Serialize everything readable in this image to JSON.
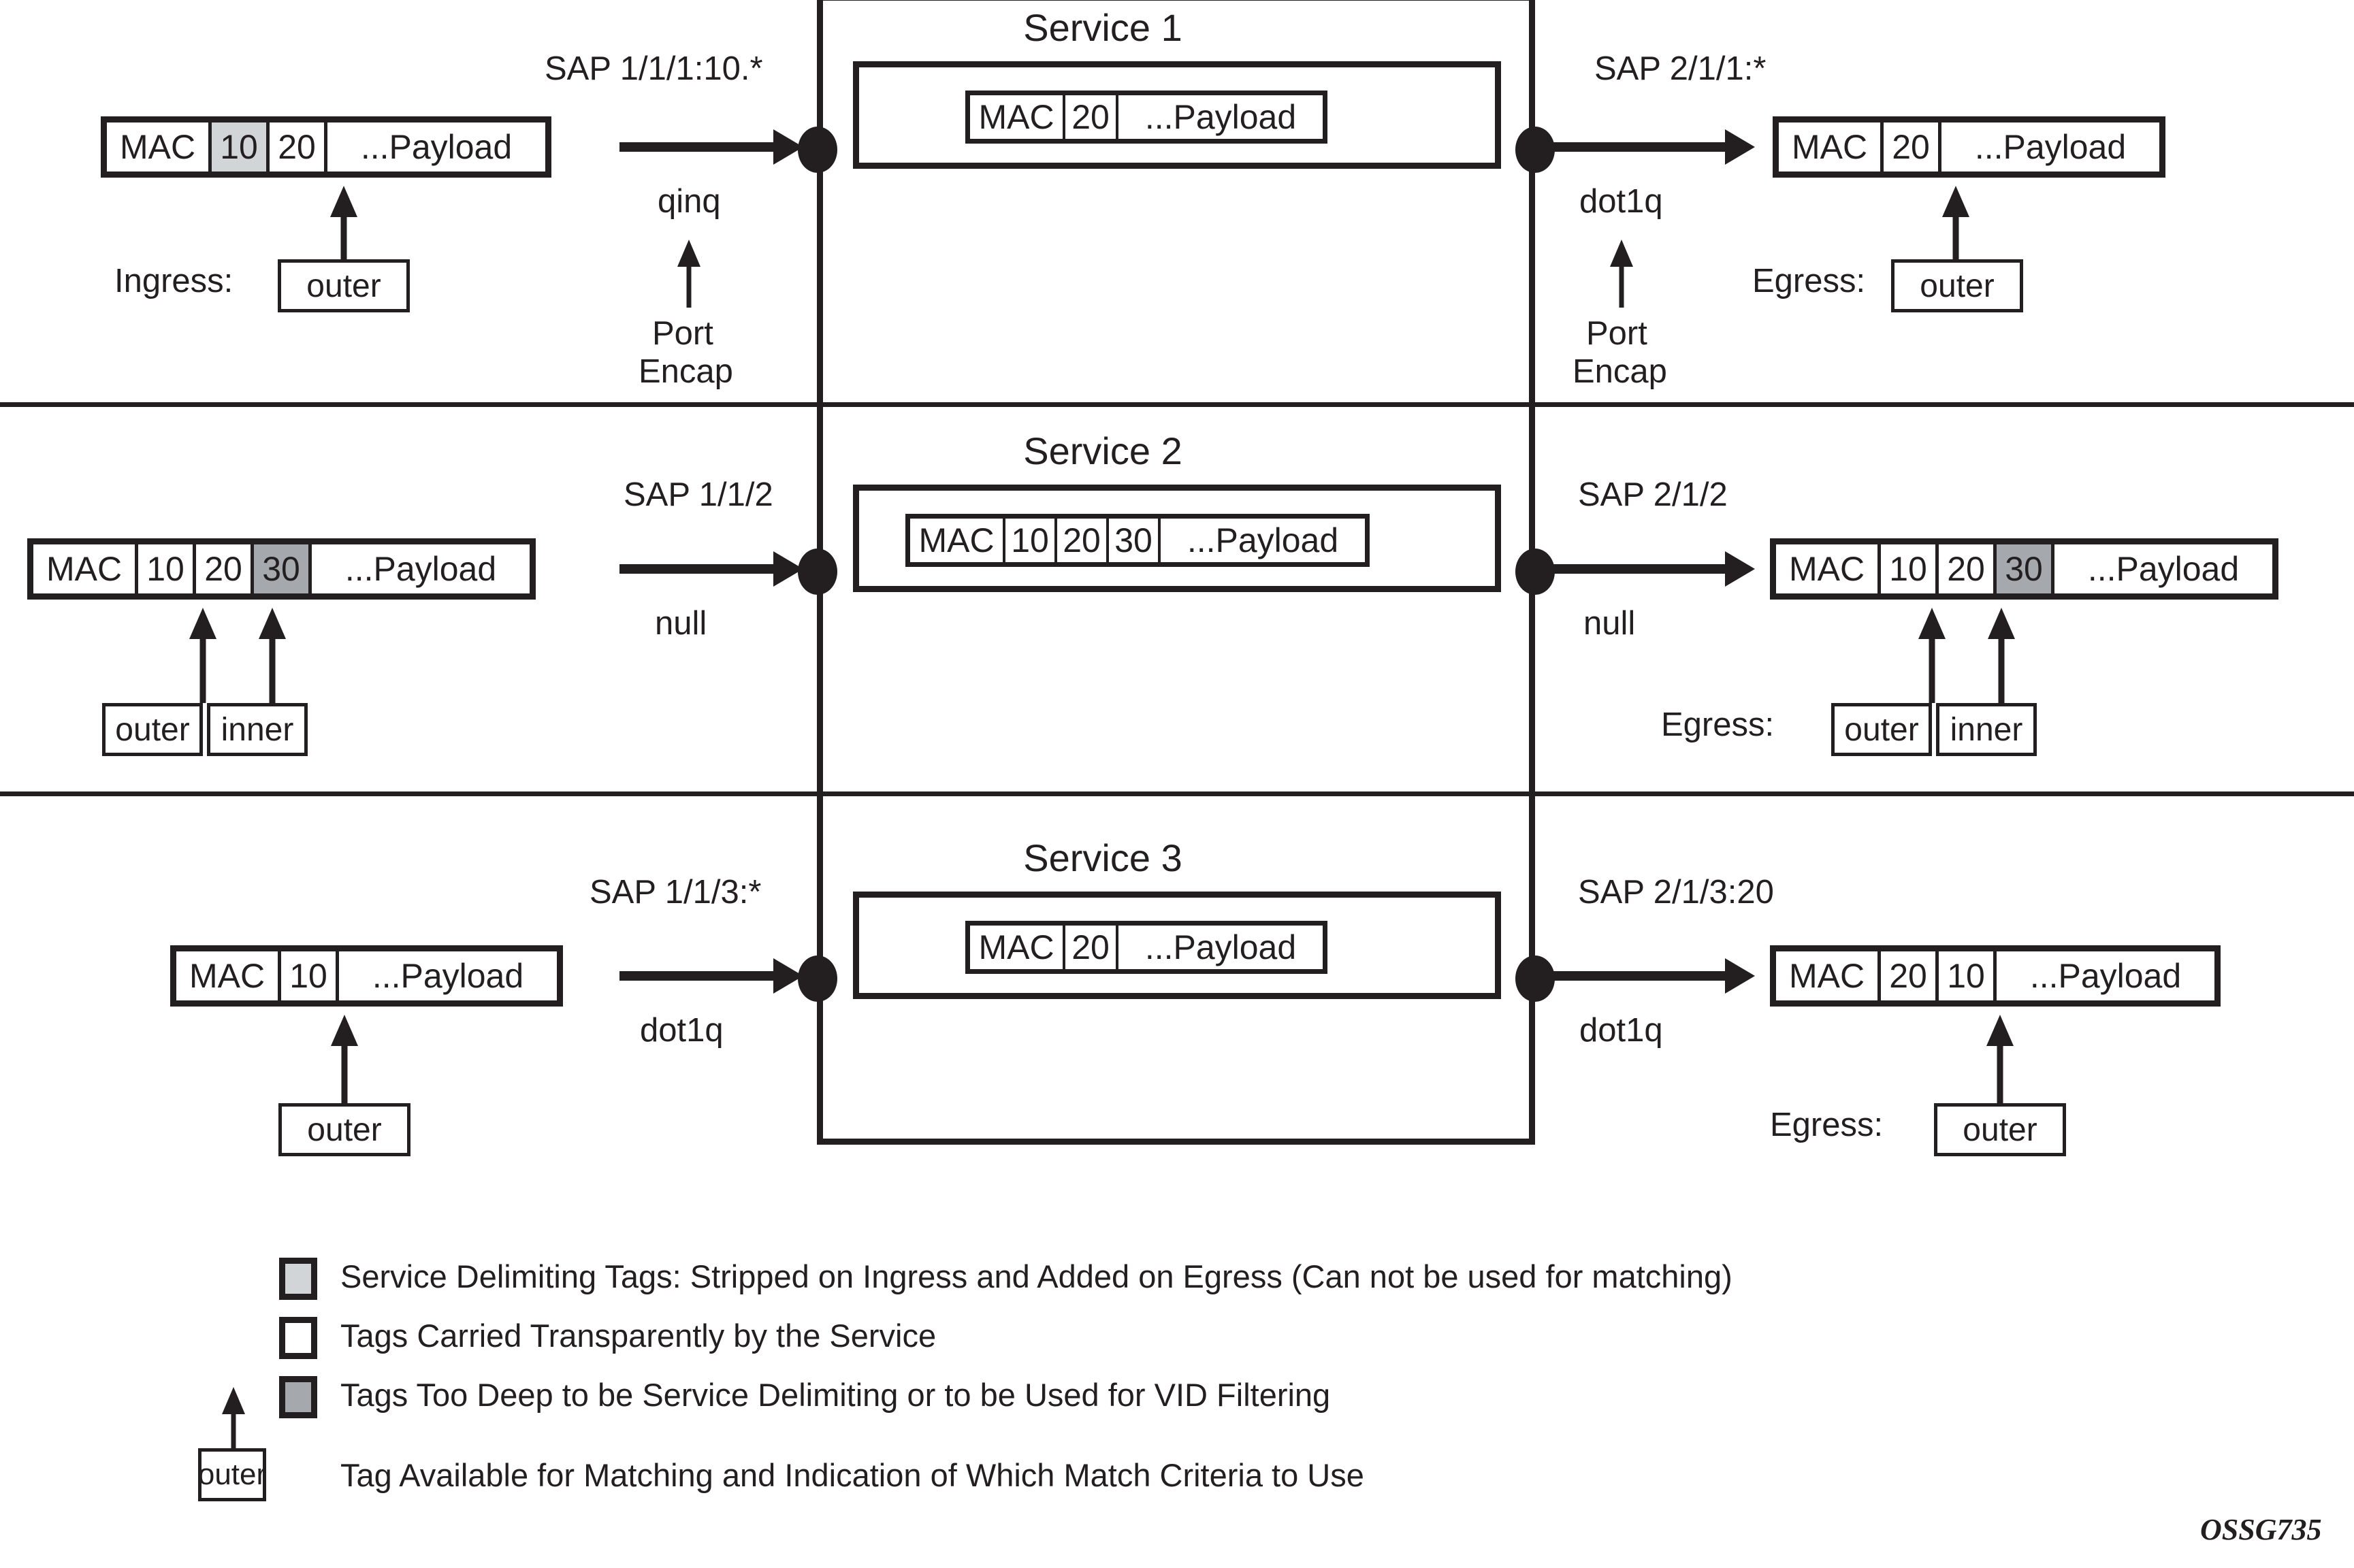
{
  "figure": {
    "code": "OSSG735"
  },
  "rows": [
    {
      "service_title": "Service 1",
      "ingress": {
        "sap_label": "SAP 1/1/1:10.*",
        "encap": "qinq",
        "port_encap_line1": "Port",
        "port_encap_line2": "Encap",
        "side_label": "Ingress:",
        "packet_cells": [
          {
            "text": "MAC",
            "fill": "white"
          },
          {
            "text": "10",
            "fill": "light"
          },
          {
            "text": "20",
            "fill": "white"
          },
          {
            "text": "...Payload",
            "fill": "white"
          }
        ],
        "tag_boxes": [
          {
            "label": "outer"
          }
        ]
      },
      "service_packet_cells": [
        {
          "text": "MAC",
          "fill": "white"
        },
        {
          "text": "20",
          "fill": "white"
        },
        {
          "text": "...Payload",
          "fill": "white"
        }
      ],
      "egress": {
        "sap_label": "SAP 2/1/1:*",
        "encap": "dot1q",
        "port_encap_line1": "Port",
        "port_encap_line2": "Encap",
        "side_label": "Egress:",
        "packet_cells": [
          {
            "text": "MAC",
            "fill": "white"
          },
          {
            "text": "20",
            "fill": "white"
          },
          {
            "text": "...Payload",
            "fill": "white"
          }
        ],
        "tag_boxes": [
          {
            "label": "outer"
          }
        ]
      }
    },
    {
      "service_title": "Service 2",
      "ingress": {
        "sap_label": "SAP 1/1/2",
        "encap": "null",
        "side_label": "",
        "packet_cells": [
          {
            "text": "MAC",
            "fill": "white"
          },
          {
            "text": "10",
            "fill": "white"
          },
          {
            "text": "20",
            "fill": "white"
          },
          {
            "text": "30",
            "fill": "dark"
          },
          {
            "text": "...Payload",
            "fill": "white"
          }
        ],
        "tag_boxes": [
          {
            "label": "outer"
          },
          {
            "label": "inner"
          }
        ]
      },
      "service_packet_cells": [
        {
          "text": "MAC",
          "fill": "white"
        },
        {
          "text": "10",
          "fill": "white"
        },
        {
          "text": "20",
          "fill": "white"
        },
        {
          "text": "30",
          "fill": "white"
        },
        {
          "text": "...Payload",
          "fill": "white"
        }
      ],
      "egress": {
        "sap_label": "SAP 2/1/2",
        "encap": "null",
        "side_label": "Egress:",
        "packet_cells": [
          {
            "text": "MAC",
            "fill": "white"
          },
          {
            "text": "10",
            "fill": "white"
          },
          {
            "text": "20",
            "fill": "white"
          },
          {
            "text": "30",
            "fill": "dark"
          },
          {
            "text": "...Payload",
            "fill": "white"
          }
        ],
        "tag_boxes": [
          {
            "label": "outer"
          },
          {
            "label": "inner"
          }
        ]
      }
    },
    {
      "service_title": "Service 3",
      "ingress": {
        "sap_label": "SAP 1/1/3:*",
        "encap": "dot1q",
        "side_label": "",
        "packet_cells": [
          {
            "text": "MAC",
            "fill": "white"
          },
          {
            "text": "10",
            "fill": "white"
          },
          {
            "text": "...Payload",
            "fill": "white"
          }
        ],
        "tag_boxes": [
          {
            "label": "outer"
          }
        ]
      },
      "service_packet_cells": [
        {
          "text": "MAC",
          "fill": "white"
        },
        {
          "text": "20",
          "fill": "white"
        },
        {
          "text": "...Payload",
          "fill": "white"
        }
      ],
      "egress": {
        "sap_label": "SAP 2/1/3:20",
        "encap": "dot1q",
        "side_label": "Egress:",
        "packet_cells": [
          {
            "text": "MAC",
            "fill": "white"
          },
          {
            "text": "20",
            "fill": "white"
          },
          {
            "text": "10",
            "fill": "white"
          },
          {
            "text": "...Payload",
            "fill": "white"
          }
        ],
        "tag_boxes": [
          {
            "label": "outer"
          }
        ]
      }
    }
  ],
  "legend": {
    "items": [
      {
        "swatch": "light",
        "text": "Service Delimiting Tags: Stripped on Ingress and Added on Egress (Can not be used for matching)"
      },
      {
        "swatch": "white",
        "text": "Tags Carried Transparently by the Service"
      },
      {
        "swatch": "dark",
        "text": "Tags Too Deep to be Service Delimiting or to be Used for VID Filtering"
      },
      {
        "swatch": "tagbox",
        "tag_label": "outer",
        "text": "Tag Available for Matching and Indication of Which Match Criteria to Use"
      }
    ]
  },
  "colors": {
    "ink": "#231f20",
    "light_gray": "#d2d5d7",
    "dark_gray": "#a5a9ad",
    "white": "#ffffff"
  }
}
